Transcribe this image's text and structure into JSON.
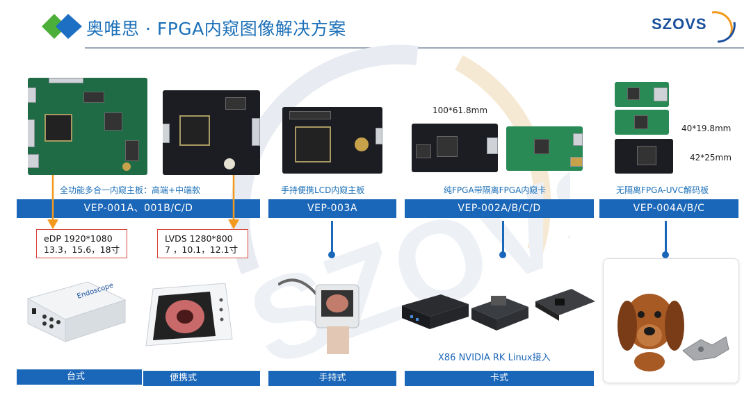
{
  "header": {
    "title": "奥唯思 · FPGA内窥图像解决方案",
    "brand": "SZOVS",
    "watermark": "SZOVS"
  },
  "colors": {
    "primary_blue": "#1a66b8",
    "title_blue": "#1a6fb8",
    "arrow_orange": "#f39a1e",
    "spec_border": "#d9463a",
    "logo_green": "#4caf3a",
    "logo_blue": "#1d6fc4"
  },
  "products": [
    {
      "caption": "全功能多合一内窥主板：高端+中端款",
      "model": "VEP-001A、001B/C/D",
      "specs": [
        {
          "line1": "eDP 1920*1080",
          "line2": "13.3，15.6，18寸"
        },
        {
          "line1": "LVDS 1280*800",
          "line2": "7 ，10.1，12.1寸"
        }
      ],
      "form_factors": [
        "台式",
        "便携式"
      ],
      "device_label": "Endoscope"
    },
    {
      "caption": "手持便携LCD内窥主板",
      "model": "VEP-003A",
      "form_factors": [
        "手持式"
      ]
    },
    {
      "caption": "纯FPGA带隔离FPGA内窥卡",
      "model": "VEP-002A/B/C/D",
      "dimension": "100*61.8mm",
      "platforms": "X86 NVIDIA RK Linux接入",
      "form_factors": [
        "卡式"
      ]
    },
    {
      "caption": "无隔离FPGA-UVC解码板",
      "model": "VEP-004A/B/C",
      "dimensions": [
        "40*19.8mm",
        "42*25mm"
      ]
    }
  ],
  "icons": [
    "logo-diamond-icon",
    "szovs-logo-icon",
    "arrow-down-icon",
    "connector-dot-icon"
  ]
}
